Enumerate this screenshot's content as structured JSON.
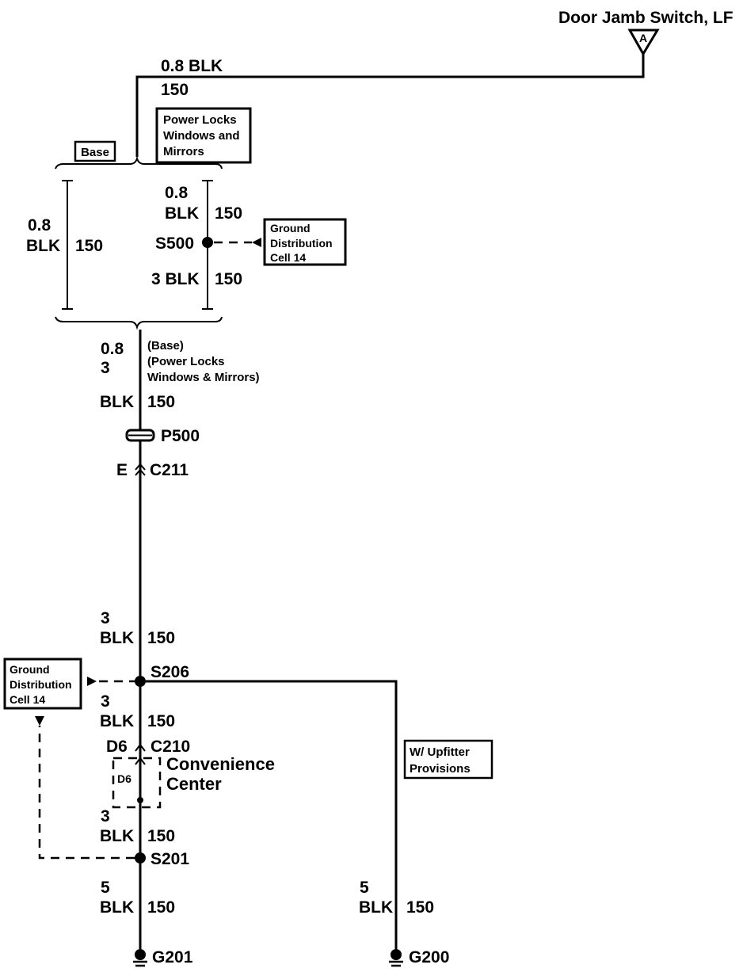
{
  "component_top": {
    "name": "Door Jamb Switch, LF",
    "pin": "A"
  },
  "top_wire": {
    "size_color": "0.8 BLK",
    "circuit": "150"
  },
  "option_labels": {
    "base": "Base",
    "power_locks": [
      "Power Locks",
      "Windows and",
      "Mirrors"
    ]
  },
  "left_branch": {
    "size": "0.8",
    "color": "BLK",
    "circuit": "150"
  },
  "right_branch": {
    "upper_size": "0.8",
    "upper_color": "BLK",
    "upper_circuit": "150",
    "lower_size_color": "3 BLK",
    "lower_circuit": "150"
  },
  "splice_s500": "S500",
  "ground_dist_1": [
    "Ground",
    "Distribution",
    "Cell 14"
  ],
  "main_wire_1": {
    "size_a": "0.8",
    "size_b": "3",
    "color": "BLK",
    "circuit": "150",
    "notes": [
      "(Base)",
      "(Power Locks",
      "Windows & Mirrors)"
    ]
  },
  "connector_p500": "P500",
  "connector_c211": {
    "pin": "E",
    "name": "C211"
  },
  "wire_2": {
    "size": "3",
    "color": "BLK",
    "circuit": "150"
  },
  "splice_s206": "S206",
  "ground_dist_2": [
    "Ground",
    "Distribution",
    "Cell 14"
  ],
  "wire_3": {
    "size": "3",
    "color": "BLK",
    "circuit": "150"
  },
  "connector_c210": {
    "pin": "D6",
    "name": "C210"
  },
  "convenience_center": {
    "line1": "Convenience",
    "line2": "Center",
    "pin": "D6"
  },
  "upfitter": [
    "W/ Upfitter",
    "Provisions"
  ],
  "wire_4": {
    "size": "3",
    "color": "BLK",
    "circuit": "150"
  },
  "splice_s201": "S201",
  "wire_5_left": {
    "size": "5",
    "color": "BLK",
    "circuit": "150"
  },
  "wire_5_right": {
    "size": "5",
    "color": "BLK",
    "circuit": "150"
  },
  "ground_g201": "G201",
  "ground_g200": "G200"
}
